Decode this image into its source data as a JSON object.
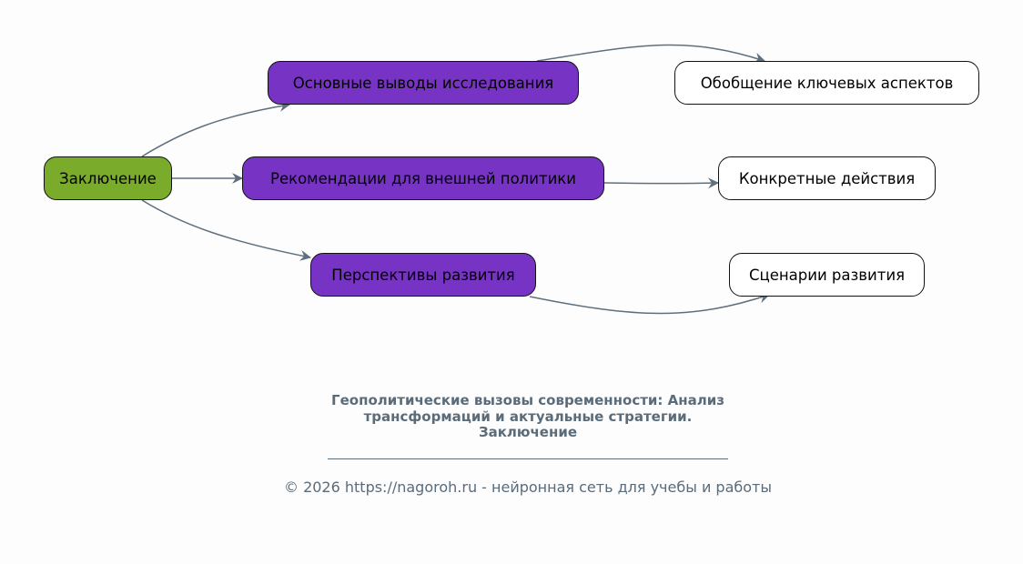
{
  "diagram": {
    "root": {
      "label": "Заключение",
      "color": "#7aab2a"
    },
    "branches": [
      {
        "label": "Основные выводы исследования",
        "color": "#7633c4",
        "child": "Обобщение ключевых аспектов"
      },
      {
        "label": "Рекомендации для внешней политики",
        "color": "#7633c4",
        "child": "Конкретные действия"
      },
      {
        "label": "Перспективы развития",
        "color": "#7633c4",
        "child": "Сценарии развития"
      }
    ],
    "edge_color": "#5f6f7e"
  },
  "caption": {
    "line1": "Геополитические вызовы современности: Анализ",
    "line2": "трансформаций и актуальные стратегии.",
    "line3": "Заключение"
  },
  "footer": "© 2026 https://nagoroh.ru - нейронная сеть для учебы и работы"
}
